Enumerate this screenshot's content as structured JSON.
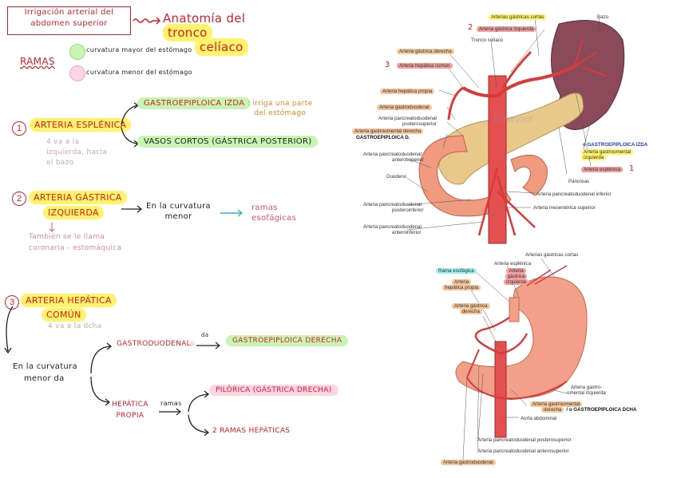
{
  "title": {
    "box_line1": "Irrigación arterial del",
    "box_line2": "abdomen superior",
    "main_l1": "Anatomía del",
    "main_hl": "tronco",
    "main_l2": "celíaco"
  },
  "legend": {
    "label": "RAMAS",
    "green_text": "curvatura mayor del estómago",
    "pink_text": "curvatura menor del estómago"
  },
  "branch1": {
    "number": "1",
    "name": "ARTERIA ESPLÉNICA",
    "note_l1": "4 va a la",
    "note_l2": "izquierda, hacia",
    "note_l3": "el bazo",
    "target1": "GASTROEPIPLOICA IZDA",
    "target1_note_l1": ": irriga una parte",
    "target1_note_l2": "del estómago",
    "target2": "VASOS CORTOS (GÁSTRICA POSTERIOR)"
  },
  "branch2": {
    "number": "2",
    "name_l1": "ARTERIA GÁSTRICA",
    "name_l2": "IZQUIERDA",
    "arrow_text_l1": "En la curvatura",
    "arrow_text_l2": "menor",
    "result_l1": "ramas",
    "result_l2": "esofágicas",
    "note_l1": "También se le llama",
    "note_l2": "coronaria - estomáquica"
  },
  "branch3": {
    "number": "3",
    "name_l1": "ARTERIA HEPÁTICA",
    "name_l2": "COMÚN",
    "note": "4 va a la dcha",
    "curv_l1": "En la curvatura",
    "curv_l2": "menor da",
    "gd": "GASTRODUODENAL",
    "gd_small": "da",
    "gd_target": "GASTROEPIPLOICA DERECHA",
    "hp_l1": "HEPÁTICA",
    "hp_l2": "PROPIA",
    "ramas": "ramas",
    "hp_t1": "PILÓRICA (GÁSTRICA DRECHA)",
    "hp_t2": "2 RAMAS HEPÁTICAS"
  },
  "fig1": {
    "labels": {
      "gastricas_cortas": "Arterias gástricas cortas",
      "bazo": "Bazo",
      "gastrica_izq": "Arteria gástrica izquierda",
      "num2": "2",
      "tronco": "Tronco celíaco",
      "gastrica_der": "Arteria gástrica derecha",
      "num3": "3",
      "hepatica_comun": "Arteria hepática común",
      "hepatica_propia": "Arteria hepática propia",
      "gastroduodenal": "Arteria gastroduodenal",
      "pancdu_post_l1": "Arteria pancreatoduodenal",
      "pancdu_post_l2": "posterosuperior",
      "gastroomental_der": "Arteria gastroomental derecha",
      "gastroepiploica_d": "GASTROEPIPLOICA D.",
      "pancdu_ant_l1": "Arteria pancreatoduodenal",
      "pancdu_ant_l2": "anterosuperior",
      "duodeno": "Duodeno",
      "pancdu_postinf_l1": "Arteria pancreatoduodenal",
      "pancdu_postinf_l2": "posteroinferior",
      "pancdu_antinf_l1": "Arteria pancreatoduodenal",
      "pancdu_antinf_l2": "anteroinferior",
      "gastroepiploica_izq": "o GASTROEPIPLOICA IZDA",
      "gastroomental_izq_l1": "Arteria gastroomental",
      "gastroomental_izq_l2": "izquierda",
      "esplenica": "Arteria esplénica",
      "num1": "1",
      "pancreas": "Páncreas",
      "pancdu_inf": "Arteria pancreatoduodenal inferior",
      "mesenterica": "Arteria mesentérica superior",
      "watermark": "Elsevier"
    }
  },
  "fig2": {
    "labels": {
      "gastricas_cortas": "Arterias gástricas cortas",
      "esplenica": "Arteria esplénica",
      "rama_esofagica": "Rama esofágica",
      "gastrica_izq_l1": "Arteria",
      "gastrica_izq_l2": "gástrica",
      "gastrica_izq_l3": "izquierda",
      "hep_propia_l1": "Arteria",
      "hep_propia_l2": "hepática propia",
      "gastrica_der_l1": "Arteria gástrica",
      "gastrica_der_l2": "derecha",
      "gastroomental_izq_l1": "Arteria gastro-",
      "gastroomental_izq_l2": "omental izquierda",
      "gastroomental_der_l1": "Arteria gastroomental",
      "gastroomental_der_l2": "derecha",
      "gastroomental_der_note": "/ o GASTROEPIPLOICA DCHA",
      "aorta": "Aorta abdominal",
      "pancdu_post": "Arteria pancreatoduodenal posterosuperior",
      "pancdu_ant": "Arteria pancreatoduodenal anterosuperior",
      "gastroduodenal": "Arteria gastroduodenal"
    }
  },
  "colors": {
    "accent_red": "#d61f26",
    "highlight_yellow": "#fff36b",
    "highlight_green": "#c7f5b4",
    "highlight_pink": "#ffd4e4",
    "orange_text": "#e8871e"
  }
}
